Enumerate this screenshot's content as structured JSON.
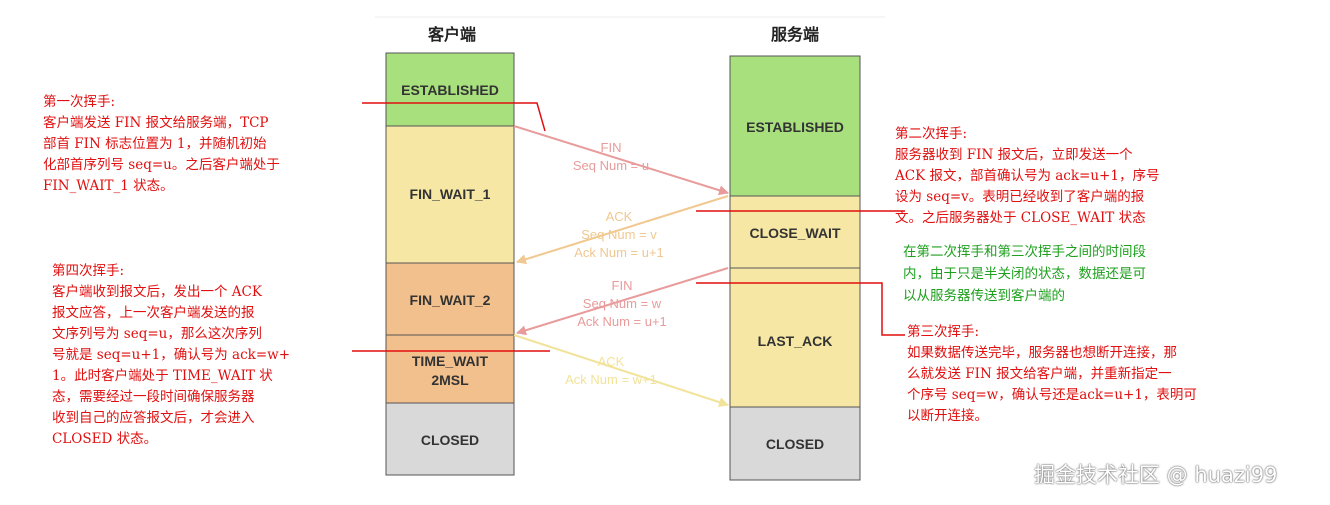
{
  "columns": {
    "client": "客户端",
    "server": "服务端"
  },
  "client_states": [
    {
      "label": "ESTABLISHED",
      "color": "#a8e07e"
    },
    {
      "label": "FIN_WAIT_1",
      "color": "#f6e7a5"
    },
    {
      "label": "FIN_WAIT_2",
      "color": "#f2c08c"
    },
    {
      "label": "TIME_WAIT",
      "label2": "2MSL",
      "color": "#f2c08c"
    },
    {
      "label": "CLOSED",
      "color": "#d9d9d9"
    }
  ],
  "server_states": [
    {
      "label": "ESTABLISHED",
      "color": "#a8e07e"
    },
    {
      "label": "CLOSE_WAIT",
      "color": "#f6e7a5"
    },
    {
      "label": "LAST_ACK",
      "color": "#f6e7a5"
    },
    {
      "label": "CLOSED",
      "color": "#d9d9d9"
    }
  ],
  "messages": [
    {
      "lines": [
        "FIN",
        "Seq Num = u"
      ],
      "color": "#e89b9b",
      "direction": "client-to-server"
    },
    {
      "lines": [
        "ACK",
        "Seq Num = v",
        "Ack Num = u+1"
      ],
      "color": "#f0c890",
      "direction": "server-to-client"
    },
    {
      "lines": [
        "FIN",
        "Seq Num = w",
        "Ack Num = u+1"
      ],
      "color": "#e89b9b",
      "direction": "server-to-client"
    },
    {
      "lines": [
        "ACK",
        "Ack Num = w+1"
      ],
      "color": "#f2e39a",
      "direction": "client-to-server"
    }
  ],
  "notes": {
    "first": {
      "title": "第一次挥手:",
      "lines": [
        "客户端发送 FIN 报文给服务端，TCP",
        "部首 FIN 标志位置为 1，并随机初始",
        "化部首序列号 seq=u。之后客户端处于",
        "FIN_WAIT_1 状态。"
      ]
    },
    "second": {
      "title": "第二次挥手:",
      "lines": [
        "服务器收到 FIN 报文后，立即发送一个",
        "ACK 报文，部首确认号为 ack=u+1，序号",
        "设为 seq=v。表明已经收到了客户端的报",
        "文。之后服务器处于 CLOSE_WAIT 状态"
      ]
    },
    "between": {
      "lines": [
        "在第二次挥手和第三次挥手之间的时间段",
        "内，由于只是半关闭的状态，数据还是可",
        "以从服务器传送到客户端的"
      ]
    },
    "third": {
      "title": "第三次挥手:",
      "lines": [
        "如果数据传送完毕，服务器也想断开连接，那",
        "么就发送 FIN 报文给客户端，并重新指定一",
        "个序号 seq=w，确认号还是ack=u+1，表明可",
        "以断开连接。"
      ]
    },
    "fourth": {
      "title": "第四次挥手:",
      "lines": [
        "客户端收到报文后，发出一个 ACK",
        "报文应答，上一次客户端发送的报",
        "文序列号为 seq=u，那么这次序列",
        "号就是 seq=u+1，确认号为 ack=w+",
        "1。此时客户端处于 TIME_WAIT 状",
        "态，需要经过一段时间确保服务器",
        "收到自己的应答报文后，才会进入",
        "CLOSED 状态。"
      ]
    }
  },
  "watermark": "掘金技术社区 @ huazi99",
  "colors": {
    "annotation_red": "#e10f0f",
    "annotation_green": "#1ea01e",
    "border": "#555555"
  }
}
